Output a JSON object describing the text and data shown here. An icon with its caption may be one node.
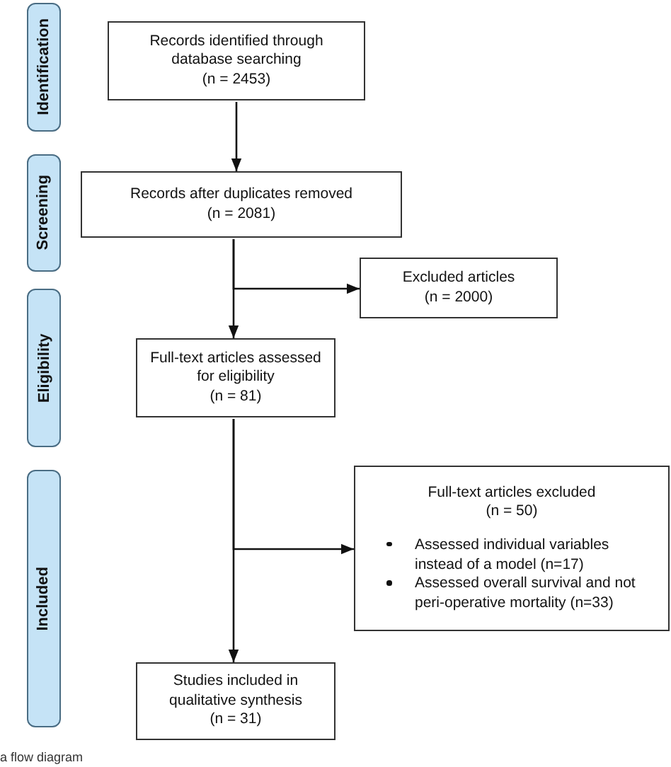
{
  "diagram": {
    "caption": "a flow diagram",
    "nodes": [
      {
        "text": [
          "Identification"
        ]
      },
      {
        "text": [
          "Screening"
        ]
      },
      {
        "text": [
          "Eligibility"
        ]
      },
      {
        "text": [
          "Included"
        ]
      },
      {
        "text": [
          "Records identified through database searching",
          "(n = 2453)"
        ]
      },
      {
        "text": [
          "Records after duplicates removed",
          "(n = 2081)"
        ]
      },
      {
        "text": [
          "Excluded articles",
          "(n = 2000)"
        ]
      },
      {
        "text": [
          "Full-text articles assessed for eligibility",
          "(n = 81)"
        ]
      },
      {
        "text": [
          "Full-text articles excluded",
          "(n = 50)",
          "Assessed individual variables instead of a model (n=17)",
          "Assessed overall survival and not peri-operative mortality (n=33)"
        ]
      },
      {
        "text": [
          "Studies included in qualitative synthesis",
          "(n = 31)"
        ]
      }
    ],
    "edges": [
      {
        "from": 4,
        "to": 5,
        "arrow": "to"
      },
      {
        "from": 5,
        "to": 6,
        "arrow": "to"
      },
      {
        "from": 5,
        "to": 7,
        "arrow": "to"
      },
      {
        "from": 7,
        "to": 8,
        "arrow": "to"
      },
      {
        "from": 7,
        "to": 9,
        "arrow": "to"
      }
    ]
  }
}
